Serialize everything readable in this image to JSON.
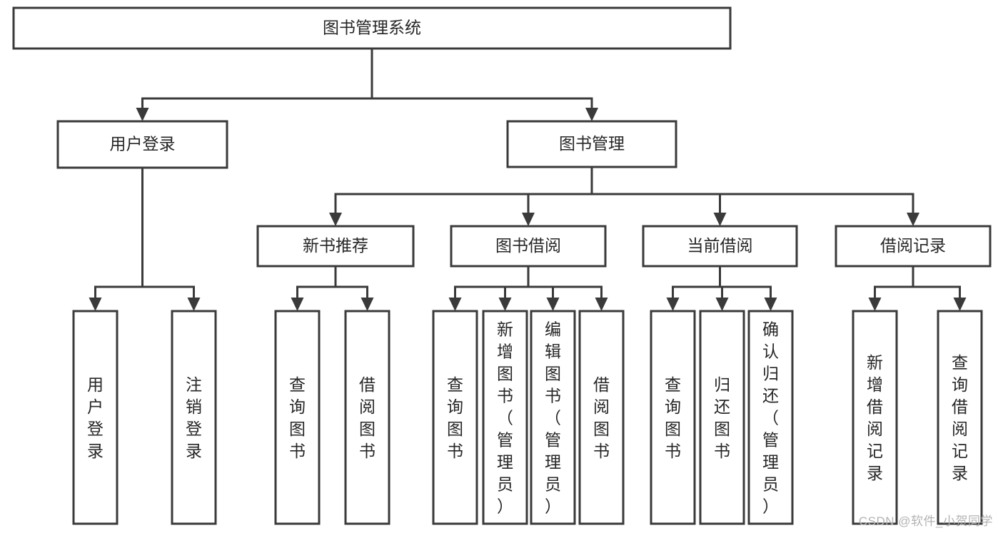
{
  "diagram": {
    "type": "tree-hierarchy",
    "title": "图书管理系统",
    "watermark": "CSDN @软件_小贺同学",
    "colors": {
      "background": "#ffffff",
      "box_fill": "#ffffff",
      "box_stroke": "#3a3a3a",
      "text": "#262626",
      "watermark": "#b3b3b3"
    },
    "nodes": {
      "root": {
        "label": "图书管理系统",
        "orientation": "horizontal",
        "level": 0
      },
      "l1": [
        {
          "label": "用户登录",
          "orientation": "horizontal",
          "level": 1
        },
        {
          "label": "图书管理",
          "orientation": "horizontal",
          "level": 1
        }
      ],
      "l2": [
        {
          "label": "新书推荐",
          "orientation": "horizontal",
          "level": 2
        },
        {
          "label": "图书借阅",
          "orientation": "horizontal",
          "level": 2
        },
        {
          "label": "当前借阅",
          "orientation": "horizontal",
          "level": 2
        },
        {
          "label": "借阅记录",
          "orientation": "horizontal",
          "level": 2
        }
      ],
      "leaves": {
        "user_login": [
          {
            "label": "用户登录",
            "orientation": "vertical"
          },
          {
            "label": "注销登录",
            "orientation": "vertical"
          }
        ],
        "new_book_recommend": [
          {
            "label": "查询图书",
            "orientation": "vertical"
          },
          {
            "label": "借阅图书",
            "orientation": "vertical"
          }
        ],
        "book_borrow": [
          {
            "label": "查询图书",
            "orientation": "vertical"
          },
          {
            "label": "新增图书（管理员）",
            "orientation": "vertical"
          },
          {
            "label": "编辑图书（管理员）",
            "orientation": "vertical"
          },
          {
            "label": "借阅图书",
            "orientation": "vertical"
          }
        ],
        "current_borrow": [
          {
            "label": "查询图书",
            "orientation": "vertical"
          },
          {
            "label": "归还图书",
            "orientation": "vertical"
          },
          {
            "label": "确认归还（管理员）",
            "orientation": "vertical"
          }
        ],
        "borrow_record": [
          {
            "label": "新增借阅记录",
            "orientation": "vertical"
          },
          {
            "label": "查询借阅记录",
            "orientation": "vertical"
          }
        ]
      }
    }
  }
}
